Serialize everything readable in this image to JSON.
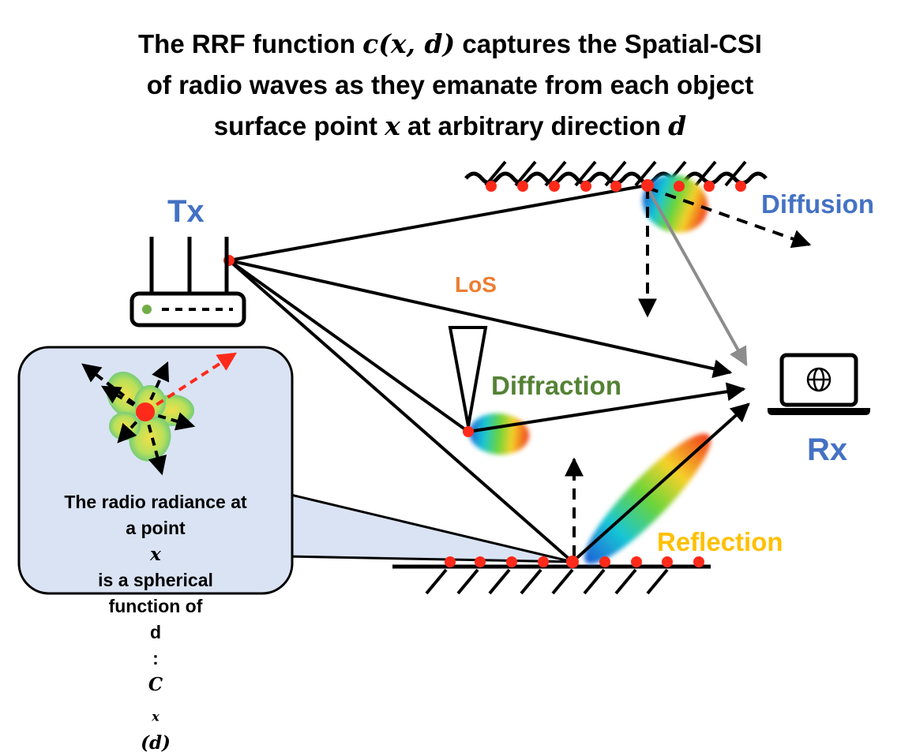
{
  "title": {
    "line1_pre": "The RRF function ",
    "line1_math": "c(x, d)",
    "line1_post": " captures the Spatial-CSI",
    "line2": "of radio waves as they emanate from each object",
    "line3_pre": "surface point ",
    "line3_math1": "x",
    "line3_mid": " at arbitrary direction ",
    "line3_math2": "d"
  },
  "labels": {
    "tx": "Tx",
    "rx": "Rx",
    "diffusion": "Diffusion",
    "los": "LoS",
    "diffraction": "Diffraction",
    "reflection": "Reflection"
  },
  "callout": {
    "line1": "The radio radiance at",
    "line2_pre": "a point ",
    "line2_math": "x",
    "line2_post": " is a spherical",
    "line3_pre": "function of ",
    "line3_d": "d",
    "line3_colon": ": ",
    "line3_math": "C",
    "line3_sub": "x",
    "line3_arg": "(d)"
  },
  "colors": {
    "tx_rx_diffusion": "#4472c4",
    "los": "#ed7d31",
    "diffraction": "#548235",
    "reflection": "#ffc000",
    "surface_point": "#ff2a1a",
    "callout_fill": "#dae3f3",
    "router_led": "#70ad47",
    "gray_ray": "#8c8c8c"
  },
  "icons": [
    "router-icon",
    "laptop-icon",
    "globe-icon"
  ]
}
